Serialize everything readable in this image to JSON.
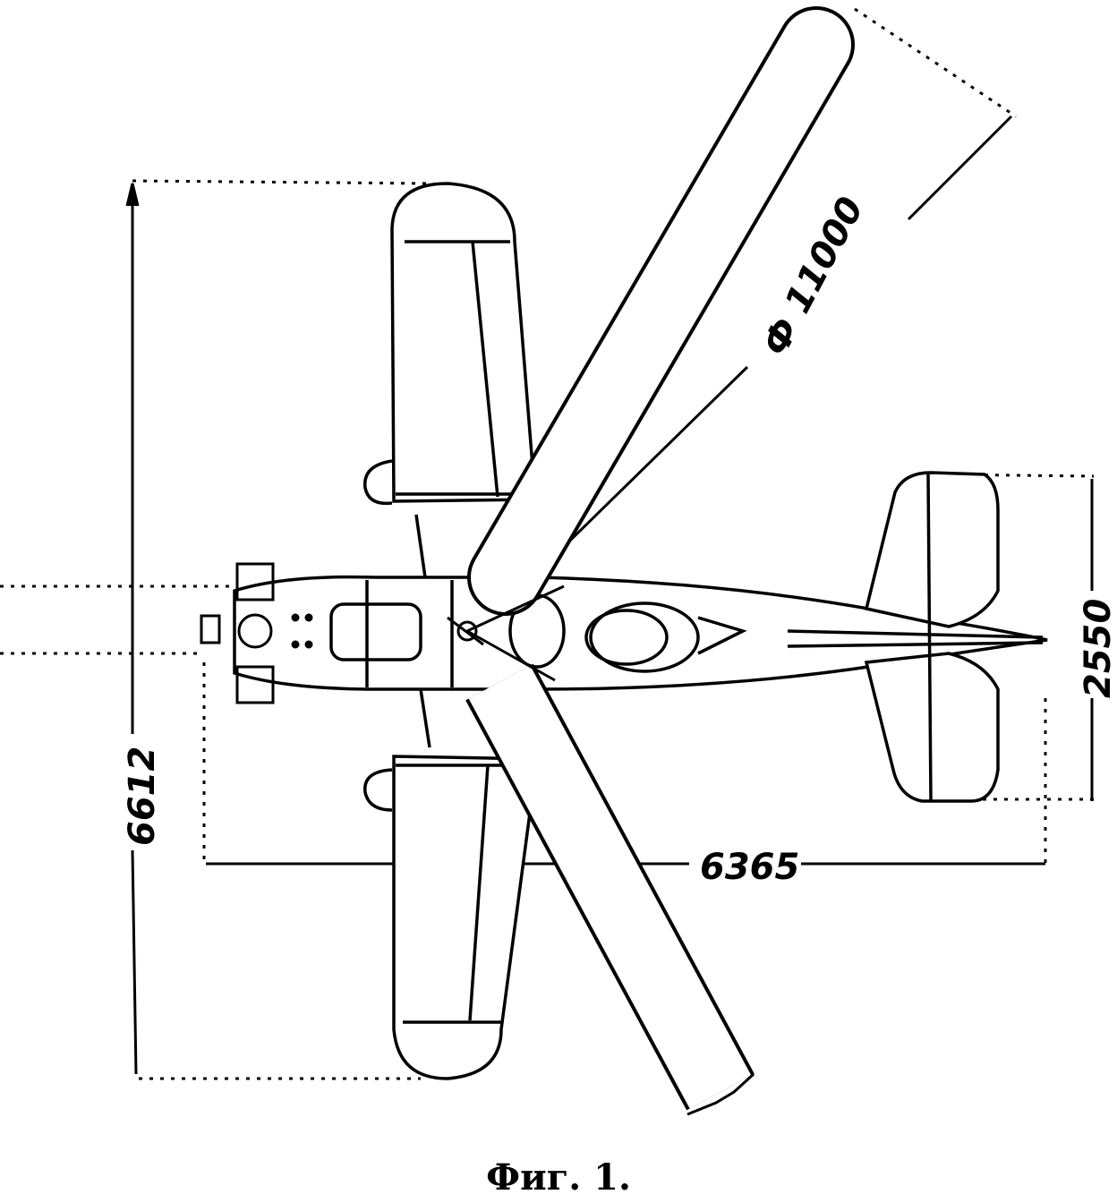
{
  "figure": {
    "caption": "Фиг. 1.",
    "subject": "autogyro-top-view",
    "dimensions": {
      "rotor_diameter": "Ф 11000",
      "wing_span": "6612",
      "length": "6365",
      "tail_span": "2550"
    },
    "colors": {
      "ink": "#000000",
      "paper": "#ffffff"
    }
  }
}
